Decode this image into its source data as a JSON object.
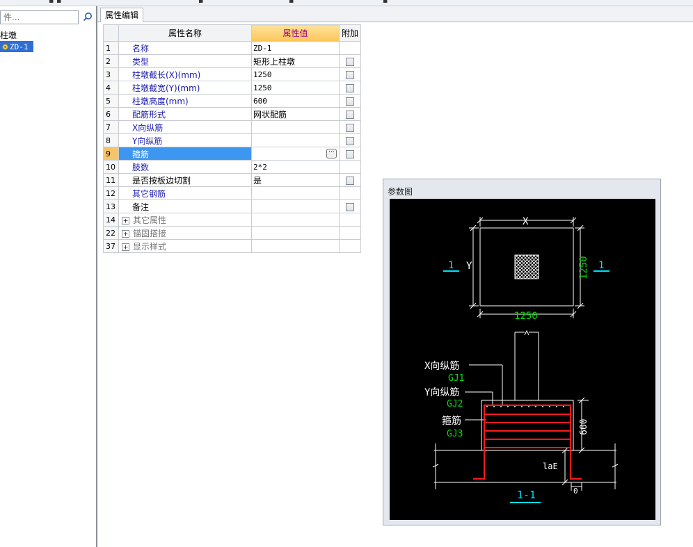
{
  "search": {
    "placeholder": "件..."
  },
  "tree": {
    "root_label": "柱墩",
    "child_label": "ZD-1"
  },
  "tabs": {
    "property_edit": "属性编辑"
  },
  "grid": {
    "headers": {
      "name": "属性名称",
      "value": "属性值",
      "extra": "附加"
    },
    "rows": [
      {
        "num": "1",
        "name": "名称",
        "value": "ZD-1"
      },
      {
        "num": "2",
        "name": "类型",
        "value": "矩形上柱墩"
      },
      {
        "num": "3",
        "name": "柱墩截长(X)(mm)",
        "value": "1250"
      },
      {
        "num": "4",
        "name": "柱墩截宽(Y)(mm)",
        "value": "1250"
      },
      {
        "num": "5",
        "name": "柱墩高度(mm)",
        "value": "600"
      },
      {
        "num": "6",
        "name": "配筋形式",
        "value": "网状配筋"
      },
      {
        "num": "7",
        "name": "X向纵筋",
        "value": ""
      },
      {
        "num": "8",
        "name": "Y向纵筋",
        "value": ""
      },
      {
        "num": "9",
        "name": "箍筋",
        "value": ""
      },
      {
        "num": "10",
        "name": "肢数",
        "value": "2*2"
      },
      {
        "num": "11",
        "name": "是否按板边切割",
        "value": "是"
      },
      {
        "num": "12",
        "name": "其它钢筋",
        "value": ""
      },
      {
        "num": "13",
        "name": "备注",
        "value": ""
      },
      {
        "num": "14",
        "name": "其它属性",
        "value": ""
      },
      {
        "num": "22",
        "name": "锚固搭接",
        "value": ""
      },
      {
        "num": "37",
        "name": "显示样式",
        "value": ""
      }
    ],
    "expander_symbol": "+",
    "edit_button_label": "···"
  },
  "param_window": {
    "title": "参数图",
    "plan": {
      "top_dim": "X",
      "left_dim": "Y",
      "bottom_dim": "1250",
      "right_dim": "1250",
      "section_mark": "1"
    },
    "section": {
      "x_rebar_label": "X向纵筋",
      "x_rebar_code": "GJ1",
      "y_rebar_label": "Y向纵筋",
      "y_rebar_code": "GJ2",
      "stirrup_label": "箍筋",
      "stirrup_code": "GJ3",
      "height_dim": "600",
      "anchor_label": "laE",
      "cover_label": "0",
      "section_title": "1-1"
    }
  },
  "colors": {
    "cad_white": "#ffffff",
    "cad_green": "#00e000",
    "cad_cyan": "#00e0ff",
    "cad_red": "#ff1a1a",
    "selection": "#3d96ef"
  }
}
